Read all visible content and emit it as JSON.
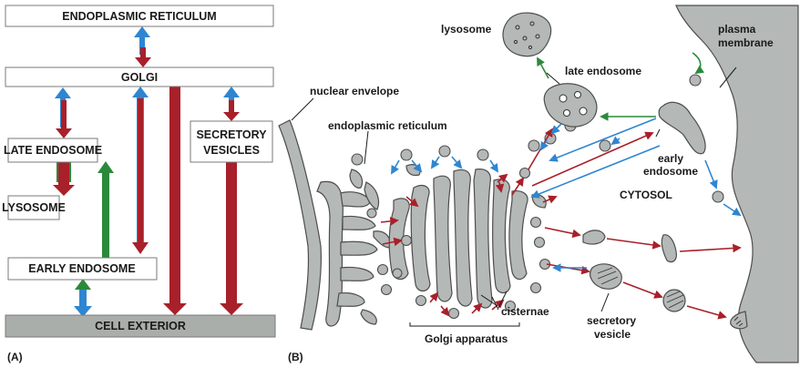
{
  "panel_a": {
    "label": "(A)",
    "boxes": {
      "er": "ENDOPLASMIC RETICULUM",
      "golgi": "GOLGI",
      "late_endosome": "LATE ENDOSOME",
      "secretory_line1": "SECRETORY",
      "secretory_line2": "VESICLES",
      "lysosome": "LYSOSOME",
      "early_endosome": "EARLY ENDOSOME",
      "cell_exterior": "CELL EXTERIOR"
    }
  },
  "panel_b": {
    "label": "(B)",
    "labels": {
      "lysosome": "lysosome",
      "late_endosome": "late endosome",
      "plasma_membrane_line1": "plasma",
      "plasma_membrane_line2": "membrane",
      "nuclear_envelope": "nuclear envelope",
      "endoplasmic_reticulum": "endoplasmic reticulum",
      "early_endosome_line1": "early",
      "early_endosome_line2": "endosome",
      "cytosol": "CYTOSOL",
      "cisternae": "cisternae",
      "secretory_vesicle_line1": "secretory",
      "secretory_vesicle_line2": "vesicle",
      "golgi_apparatus": "Golgi apparatus"
    }
  },
  "colors": {
    "red_arrow": "#a8202a",
    "blue_arrow": "#2e86d1",
    "green_arrow": "#2a8a3a",
    "organelle_fill": "#b4b8b6",
    "exterior_fill": "#a9aeab"
  }
}
